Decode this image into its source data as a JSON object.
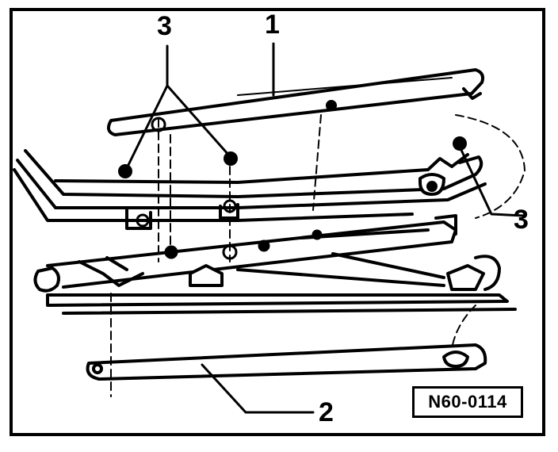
{
  "callouts": {
    "c1": "1",
    "c2": "2",
    "c3_top": "3",
    "c3_right": "3"
  },
  "figure_code": "N60-0114",
  "colors": {
    "ink": "#000000",
    "paper": "#ffffff"
  }
}
